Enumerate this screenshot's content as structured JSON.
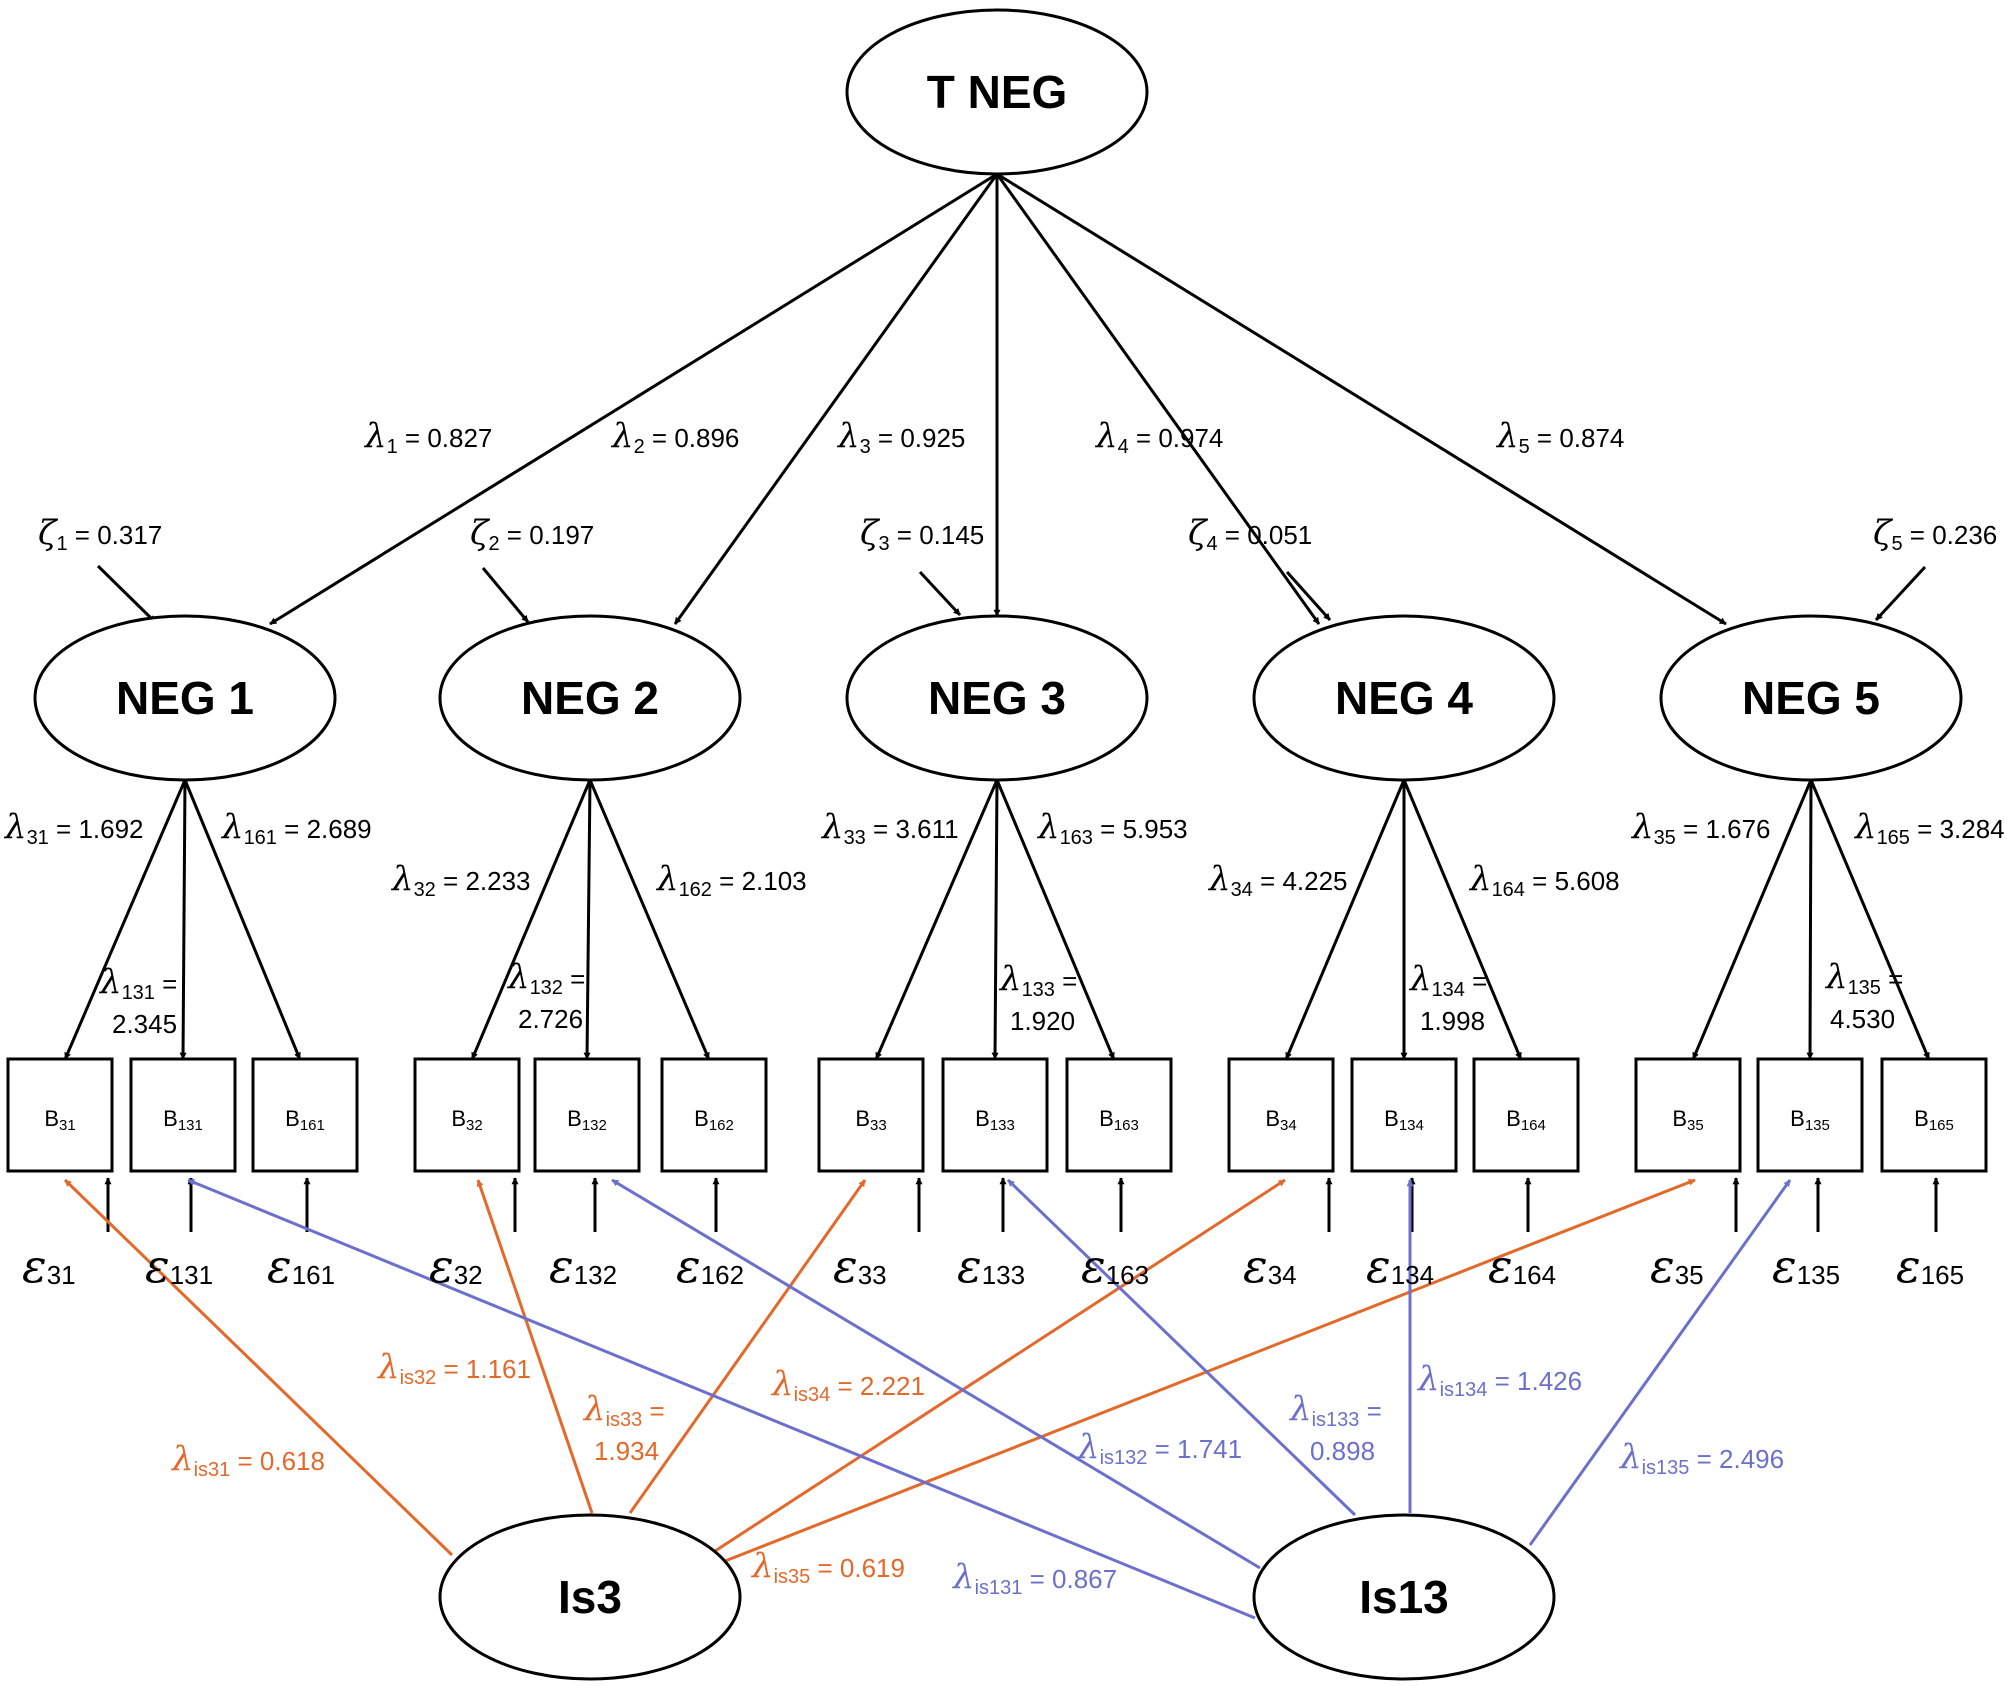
{
  "colors": {
    "black": "#000000",
    "orange": "#e3692a",
    "blue": "#6b70cc"
  },
  "top": {
    "text": "T NEG"
  },
  "factors": [
    {
      "text": "NEG 1"
    },
    {
      "text": "NEG 2"
    },
    {
      "text": "NEG 3"
    },
    {
      "text": "NEG 4"
    },
    {
      "text": "NEG 5"
    }
  ],
  "specific": [
    {
      "text": "Is3"
    },
    {
      "text": "Is13"
    }
  ],
  "glyphs": {
    "lambda": "λ",
    "zeta": "ζ",
    "epsilon": "ε",
    "B": "B",
    "eq": " = "
  },
  "loadings": [
    {
      "sub": "1",
      "val": "0.827"
    },
    {
      "sub": "2",
      "val": "0.896"
    },
    {
      "sub": "3",
      "val": "0.925"
    },
    {
      "sub": "4",
      "val": "0.974"
    },
    {
      "sub": "5",
      "val": "0.874"
    }
  ],
  "disturbances": [
    {
      "sub": "1",
      "val": "0.317"
    },
    {
      "sub": "2",
      "val": "0.197"
    },
    {
      "sub": "3",
      "val": "0.145"
    },
    {
      "sub": "4",
      "val": "0.051"
    },
    {
      "sub": "5",
      "val": "0.236"
    }
  ],
  "items": [
    [
      {
        "sub": "31"
      },
      {
        "sub": "131"
      },
      {
        "sub": "161"
      }
    ],
    [
      {
        "sub": "32"
      },
      {
        "sub": "132"
      },
      {
        "sub": "162"
      }
    ],
    [
      {
        "sub": "33"
      },
      {
        "sub": "133"
      },
      {
        "sub": "163"
      }
    ],
    [
      {
        "sub": "34"
      },
      {
        "sub": "134"
      },
      {
        "sub": "164"
      }
    ],
    [
      {
        "sub": "35"
      },
      {
        "sub": "135"
      },
      {
        "sub": "165"
      }
    ]
  ],
  "item_loadings": [
    [
      {
        "sub": "31",
        "val": "1.692"
      },
      {
        "sub": "131",
        "val": "2.345"
      },
      {
        "sub": "161",
        "val": "2.689"
      }
    ],
    [
      {
        "sub": "32",
        "val": "2.233"
      },
      {
        "sub": "132",
        "val": "2.726"
      },
      {
        "sub": "162",
        "val": "2.103"
      }
    ],
    [
      {
        "sub": "33",
        "val": "3.611"
      },
      {
        "sub": "133",
        "val": "1.920"
      },
      {
        "sub": "163",
        "val": "5.953"
      }
    ],
    [
      {
        "sub": "34",
        "val": "4.225"
      },
      {
        "sub": "134",
        "val": "1.998"
      },
      {
        "sub": "164",
        "val": "5.608"
      }
    ],
    [
      {
        "sub": "35",
        "val": "1.676"
      },
      {
        "sub": "135",
        "val": "4.530"
      },
      {
        "sub": "165",
        "val": "3.284"
      }
    ]
  ],
  "is3_loadings": [
    {
      "sub": "is31",
      "val": "0.618"
    },
    {
      "sub": "is32",
      "val": "1.161"
    },
    {
      "sub": "is33",
      "val": "1.934"
    },
    {
      "sub": "is34",
      "val": "2.221"
    },
    {
      "sub": "is35",
      "val": "0.619"
    }
  ],
  "is13_loadings": [
    {
      "sub": "is131",
      "val": "0.867"
    },
    {
      "sub": "is132",
      "val": "1.741"
    },
    {
      "sub": "is133",
      "val": "0.898"
    },
    {
      "sub": "is134",
      "val": "1.426"
    },
    {
      "sub": "is135",
      "val": "2.496"
    }
  ]
}
